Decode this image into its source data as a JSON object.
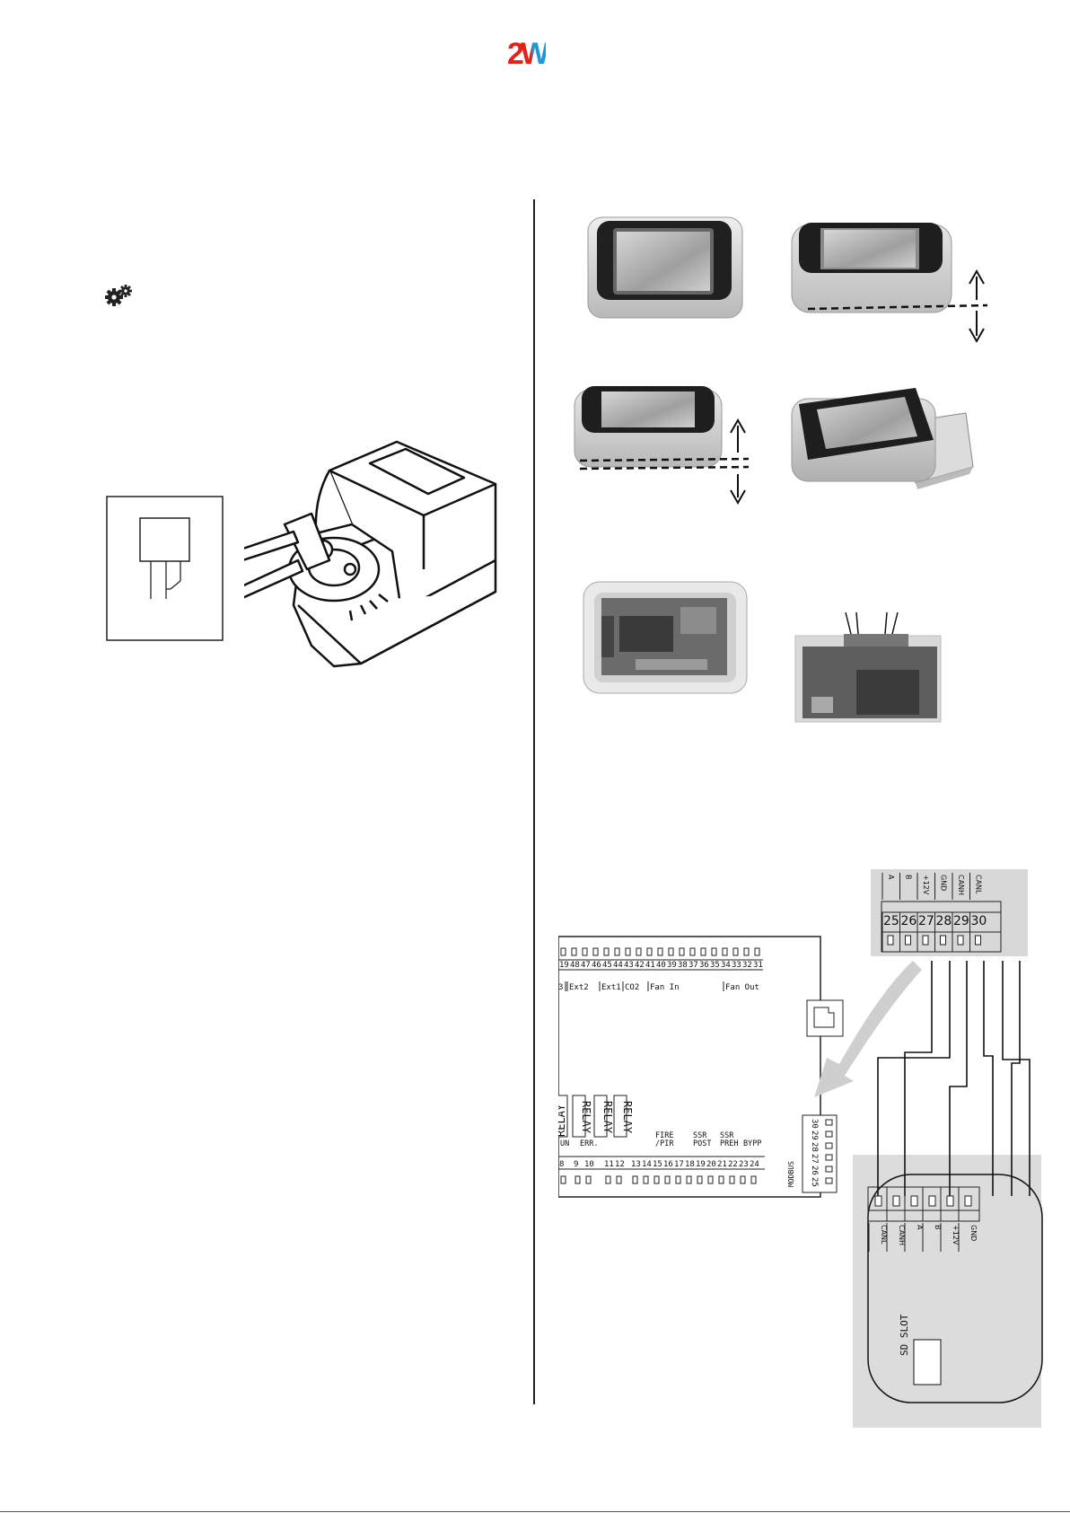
{
  "logo": {
    "text_2": "2",
    "text_w": "W",
    "color_red": "#e2231a",
    "color_blue": "#1d9ad6"
  },
  "gear_icon": "gear-icon",
  "board_top_numbers": [
    "19",
    "48",
    "47",
    "46",
    "45",
    "44",
    "43",
    "42",
    "41",
    "40",
    "39",
    "38",
    "37",
    "36",
    "35",
    "34",
    "33",
    "32",
    "31"
  ],
  "board_top_groups": [
    "3",
    "Ext2",
    "Ext1",
    "CO2",
    "Fan In",
    "Fan Out"
  ],
  "board_relays": [
    "RELAY",
    "RELAY",
    "RELAY"
  ],
  "board_relay_partial": "RELAY",
  "board_bottom_groups": [
    "UN",
    "ERR.",
    "FIRE /PIR",
    "SSR POST",
    "SSR PREH",
    "BYPP"
  ],
  "board_bottom_numbers": [
    "8",
    "9",
    "10",
    "11",
    "12",
    "13",
    "14",
    "15",
    "16",
    "17",
    "18",
    "19",
    "20",
    "21",
    "22",
    "23",
    "24"
  ],
  "board_modbus_label": "MODBUS",
  "board_modbus_numbers": [
    "30",
    "29",
    "28",
    "27",
    "26",
    "25"
  ],
  "top_terminal": {
    "labels": [
      "A",
      "B",
      "+12V",
      "GND",
      "CANH",
      "CANL"
    ],
    "numbers": [
      "25",
      "26",
      "27",
      "28",
      "29",
      "30"
    ]
  },
  "bottom_device": {
    "labels": [
      "CANL",
      "CANH",
      "A",
      "B",
      "+12V",
      "GND"
    ],
    "sd_slot": "SD SLOT"
  }
}
